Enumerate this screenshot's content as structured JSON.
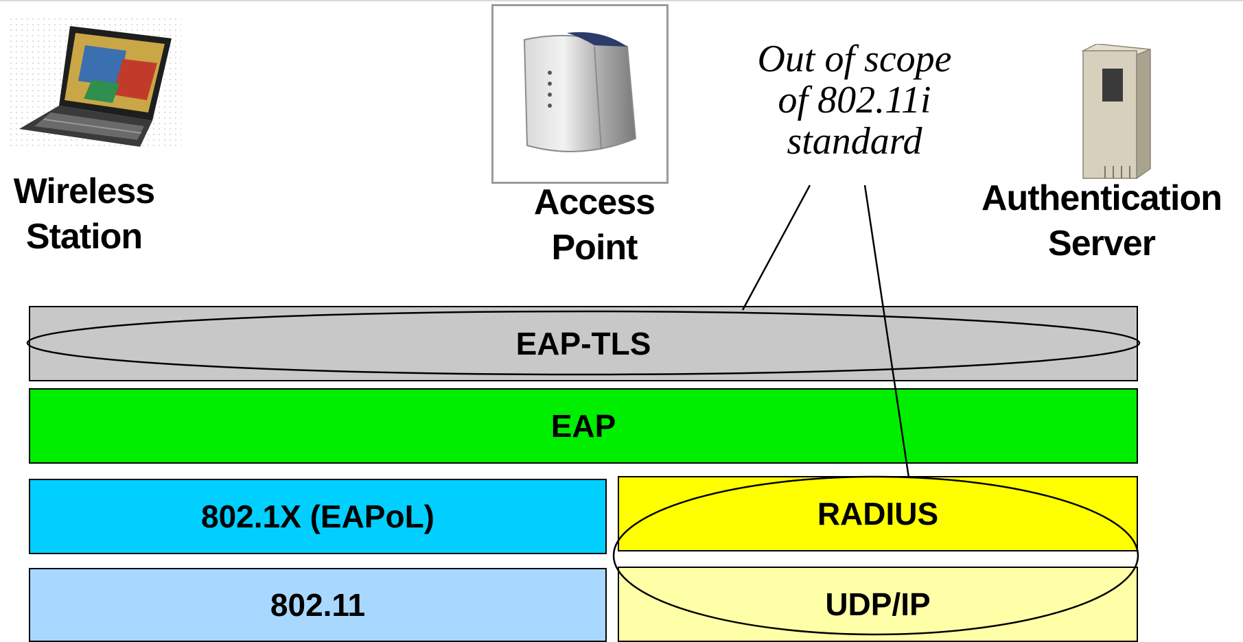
{
  "devices": {
    "station": {
      "label_lines": [
        "Wireless",
        "Station"
      ],
      "icon": "laptop-icon"
    },
    "access_point": {
      "label_lines": [
        "Access",
        "Point"
      ],
      "icon": "access-point-icon"
    },
    "auth_server": {
      "label_lines": [
        "Authentication",
        "Server"
      ],
      "icon": "server-tower-icon"
    }
  },
  "note": {
    "lines": [
      "Out of scope",
      "of 802.11i",
      "standard"
    ]
  },
  "layers": {
    "eap_tls": {
      "label": "EAP-TLS",
      "color": "#c8c8c8"
    },
    "eap": {
      "label": "EAP",
      "color": "#00ee00"
    },
    "eapol": {
      "label": "802.1X (EAPoL)",
      "color": "#00cfff"
    },
    "radius": {
      "label": "RADIUS",
      "color": "#ffff00"
    },
    "dot11": {
      "label": "802.11",
      "color": "#a8d8ff"
    },
    "udpip": {
      "label": "UDP/IP",
      "color": "#ffffa8"
    }
  }
}
